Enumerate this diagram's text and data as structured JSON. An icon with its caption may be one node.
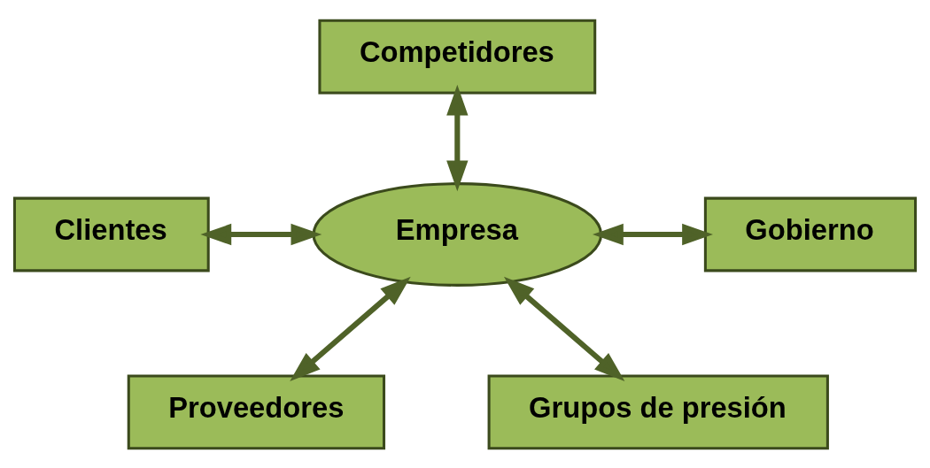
{
  "diagram": {
    "nodes": [
      {
        "text": [
          "Competidores"
        ]
      },
      {
        "text": [
          "Clientes"
        ]
      },
      {
        "text": [
          "Empresa"
        ]
      },
      {
        "text": [
          "Gobierno"
        ]
      },
      {
        "text": [
          "Proveedores"
        ]
      },
      {
        "text": [
          "Grupos de presión"
        ]
      }
    ],
    "edges": [
      {
        "from": 0,
        "to": 2,
        "arrow": "both"
      },
      {
        "from": 1,
        "to": 2,
        "arrow": "both"
      },
      {
        "from": 2,
        "to": 3,
        "arrow": "both"
      },
      {
        "from": 2,
        "to": 4,
        "arrow": "both"
      },
      {
        "from": 2,
        "to": 5,
        "arrow": "both"
      }
    ]
  }
}
